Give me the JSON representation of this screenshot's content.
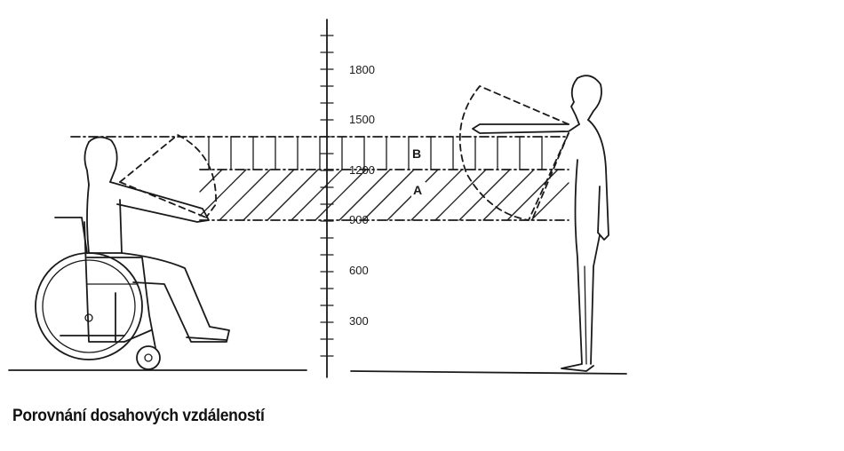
{
  "caption": "Porovnání dosahových vzdáleností",
  "scale": {
    "ticks": [
      {
        "value": 1800,
        "label": "1800"
      },
      {
        "value": 1500,
        "label": "1500"
      },
      {
        "value": 1200,
        "label": "1200"
      },
      {
        "value": 900,
        "label": "900"
      },
      {
        "value": 600,
        "label": "600"
      },
      {
        "value": 300,
        "label": "300"
      }
    ]
  },
  "zones": {
    "a_label": "A",
    "b_label": "B"
  }
}
